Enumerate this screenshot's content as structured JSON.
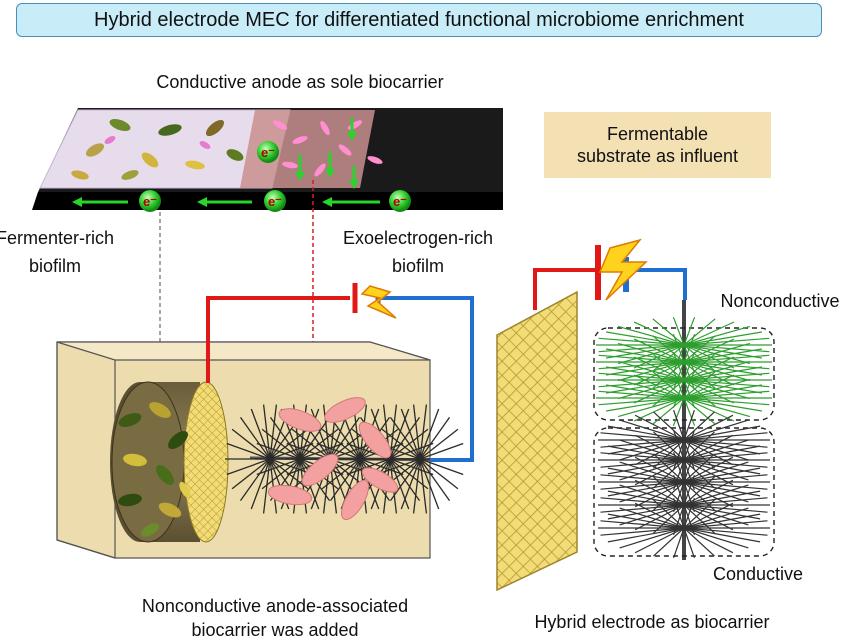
{
  "title": "Hybrid electrode MEC for differentiated functional microbiome enrichment",
  "labels": {
    "top_heading": "Conductive anode as sole biocarrier",
    "influent_line1": "Fermentable",
    "influent_line2": "substrate as influent",
    "fermenter_line1": "Fermenter-rich",
    "fermenter_line2": "biofilm",
    "exo_line1": "Exoelectrogen-rich",
    "exo_line2": "biofilm",
    "nonconductive": "Nonconductive",
    "conductive": "Conductive",
    "bottom_left_line1": "Nonconductive anode-associated",
    "bottom_left_line2": "biocarrier was added",
    "bottom_right": "Hybrid electrode as biocarrier",
    "electron": "e⁻"
  },
  "colors": {
    "title_bg": "#c8ecf8",
    "influent_bg": "#f3e0b3",
    "box_fill": "#e9d7a3",
    "wire_red": "#e01818",
    "wire_blue": "#1f6fd1",
    "electron_green": "#22c022",
    "mesh_yellow": "#e6c84a",
    "brush_green": "#2e9e2e",
    "brush_dark": "#333333",
    "bacteria_pink": "#f4a0a0"
  },
  "icons": [
    "electron-icon",
    "power-source-icon",
    "lightning-icon",
    "bacteria-icon",
    "brush-electrode-icon",
    "mesh-electrode-icon"
  ]
}
